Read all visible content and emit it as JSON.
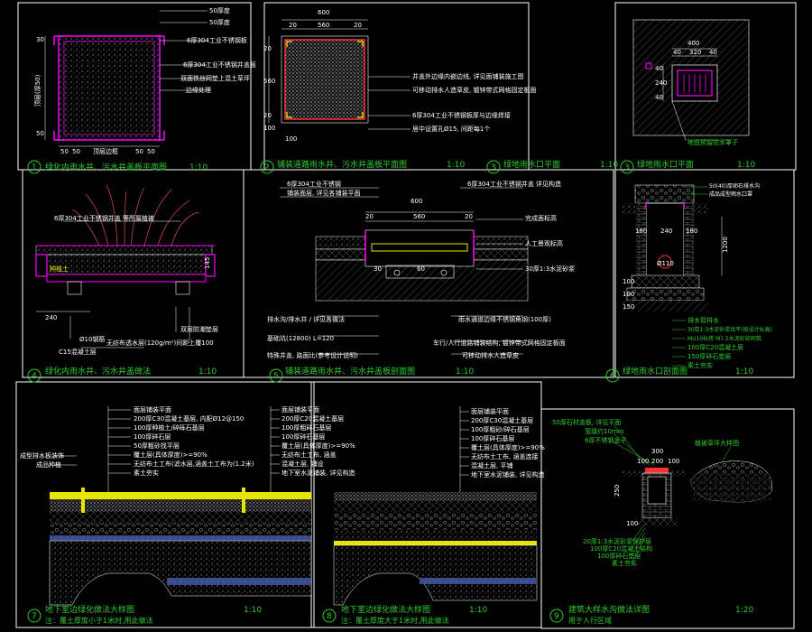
{
  "panels": [
    {
      "num": "1",
      "title": "绿化内雨水井、污水井盖板平面图",
      "scale": "1:10"
    },
    {
      "num": "2",
      "title": "铺装道路雨水井、污水井盖板平面图",
      "scale": "1:10"
    },
    {
      "num": "3",
      "title": "绿地雨水口平面",
      "scale": "1:10"
    },
    {
      "num": "3",
      "title": "绿地雨水口平面",
      "scale": "1:10"
    },
    {
      "num": "4",
      "title": "绿化内雨水井、污水井盖做法",
      "scale": "1:10"
    },
    {
      "num": "5",
      "title": "铺装道路雨水井、污水井盖板剖面图",
      "scale": "1:10"
    },
    {
      "num": "6",
      "title": "绿地雨水口剖面图",
      "scale": "1:10"
    },
    {
      "num": "7",
      "title": "地下室边绿化做法大样图",
      "scale": "1:10",
      "note": "注：覆土厚度小于1米时,用此做法"
    },
    {
      "num": "8",
      "title": "地下室边绿化做法大样图",
      "scale": "1:10",
      "note": "注：覆土厚度大于1米时,用此做法"
    },
    {
      "num": "9",
      "title": "建筑大样水沟做法详图",
      "scale": "1:20",
      "sub": "用于人行区域"
    }
  ],
  "p1": {
    "dims_top": [
      "50厚度",
      "50厚度"
    ],
    "side_label": "顶层(厚50)",
    "dims_bottom": [
      "50",
      "50",
      "顶层边框",
      "50",
      "50"
    ],
    "dims_left": [
      "30",
      "50"
    ],
    "labels": [
      "6厚304工业不锈钢板",
      "6厚304工业不锈钢井盖板",
      "双面铁丝网垫上混土草坪",
      "边缘处理"
    ]
  },
  "p2": {
    "dims": [
      "600",
      "20",
      "560",
      "20"
    ],
    "side": [
      "20",
      "560",
      "20"
    ],
    "small": [
      "100",
      "100"
    ],
    "labels": [
      "井盖外边缘内嵌边线, 详见面铺装施工图",
      "可移动排水人造草皮, 镀锌带式网格固定板面",
      "6厚304工业不锈钢板厚与边缘焊接",
      "居中设置孔Ø15, 间距每1个"
    ]
  },
  "p3": {
    "dims": [
      "400",
      "40",
      "320",
      "40"
    ],
    "side": [
      "40",
      "240",
      "40"
    ],
    "label": "地盘预留防水罩子"
  },
  "p4": {
    "labels": [
      "6厚304工业不锈钢井盖 等所属植被",
      "种植土",
      "双层防潮垫层",
      "C15混凝土层"
    ],
    "dims": [
      "145",
      "240"
    ],
    "pipe": "Ø10钢筋",
    "pipe2": "无纺布透水层(120g/m²)间距上覆100"
  },
  "p5": {
    "labels": [
      "6厚304工业不锈钢",
      "铺装面层, 详见各铺装平面",
      "6厚304工业不锈钢井盖 详见构造",
      "完成面标高",
      "人工景观标高",
      "30厚1:3水泥砂浆",
      "排水沟/排水井 / 详见各做法",
      "基础坑(12800) L=120",
      "雨水通道边缘不锈钢角钢(100厚)",
      "特殊井盖, 路面比(参考设计说明)",
      "车行/人行道路铺装结构, 镀锌带式网格固定板面",
      "可移动排水人造草皮"
    ],
    "dims": [
      "600",
      "20",
      "560",
      "20",
      "30",
      "60"
    ]
  },
  "p6": {
    "labels": [
      "50(40)厚卵石排水沟",
      "成品成型雨水口罩",
      "排水管排水",
      "30厚1:3水泥砂浆找平(按设计标高)",
      "MU10标砖 M7.5水泥砂浆砌筑",
      "100厚C20混凝土层",
      "150厚碎石垫层",
      "素土夯实"
    ],
    "dims": [
      "180",
      "240",
      "180",
      "1200",
      "100",
      "100",
      "150"
    ],
    "pipe": "Ø110"
  },
  "p7": {
    "left": [
      "成型排水板装饰",
      "成品种植"
    ],
    "labels": [
      "面层铺装平面",
      "200厚C30混凝土基层, 内配Ø12@150",
      "100厚种植土/碎砾石基层",
      "100厚碎石层",
      "50厚粗砂找平层",
      "覆土层(具体厚度)>=90%",
      "无纺布土工布(滤水层,涵盖土工布为(1.2米)",
      "素土夯实",
      "面层铺装平面",
      "200厚C20混凝土基层",
      "100厚粗碎石基层",
      "100厚碎石基层",
      "覆土层(具体厚度)>=90%",
      "无纺布土工布, 涵盖",
      "混凝土层, 铺设",
      "地下室水泥铺装, 详见构造"
    ]
  },
  "p8": {
    "labels": [
      "面层铺装平面",
      "200厚C30混凝土基层",
      "100厚粗砂/碎石基层",
      "100厚碎石基层",
      "覆土层(具体厚度)>=90%",
      "无纺布土工布, 涵盖连接",
      "混凝土层, 平铺",
      "地下室水泥铺装, 详见构造"
    ]
  },
  "p9": {
    "top": [
      "50厚石材盖板, 详见平面",
      "宽缝约10mm",
      "6厚不锈钢盖子"
    ],
    "right": "植被草坪大样图",
    "dims": [
      "300",
      "100",
      "200",
      "100",
      "250",
      "100"
    ],
    "labels": [
      "20厚1:3水泥砂浆保护层",
      "100厚C20混凝土结构",
      "100厚碎石垫层",
      "素土夯实"
    ]
  },
  "colors": {
    "bg": "#000000",
    "frame": "#ffffff",
    "green": "#2ecc2e",
    "magenta": "#ff00ff",
    "yellow": "#e6e600",
    "red": "#ff3030"
  }
}
